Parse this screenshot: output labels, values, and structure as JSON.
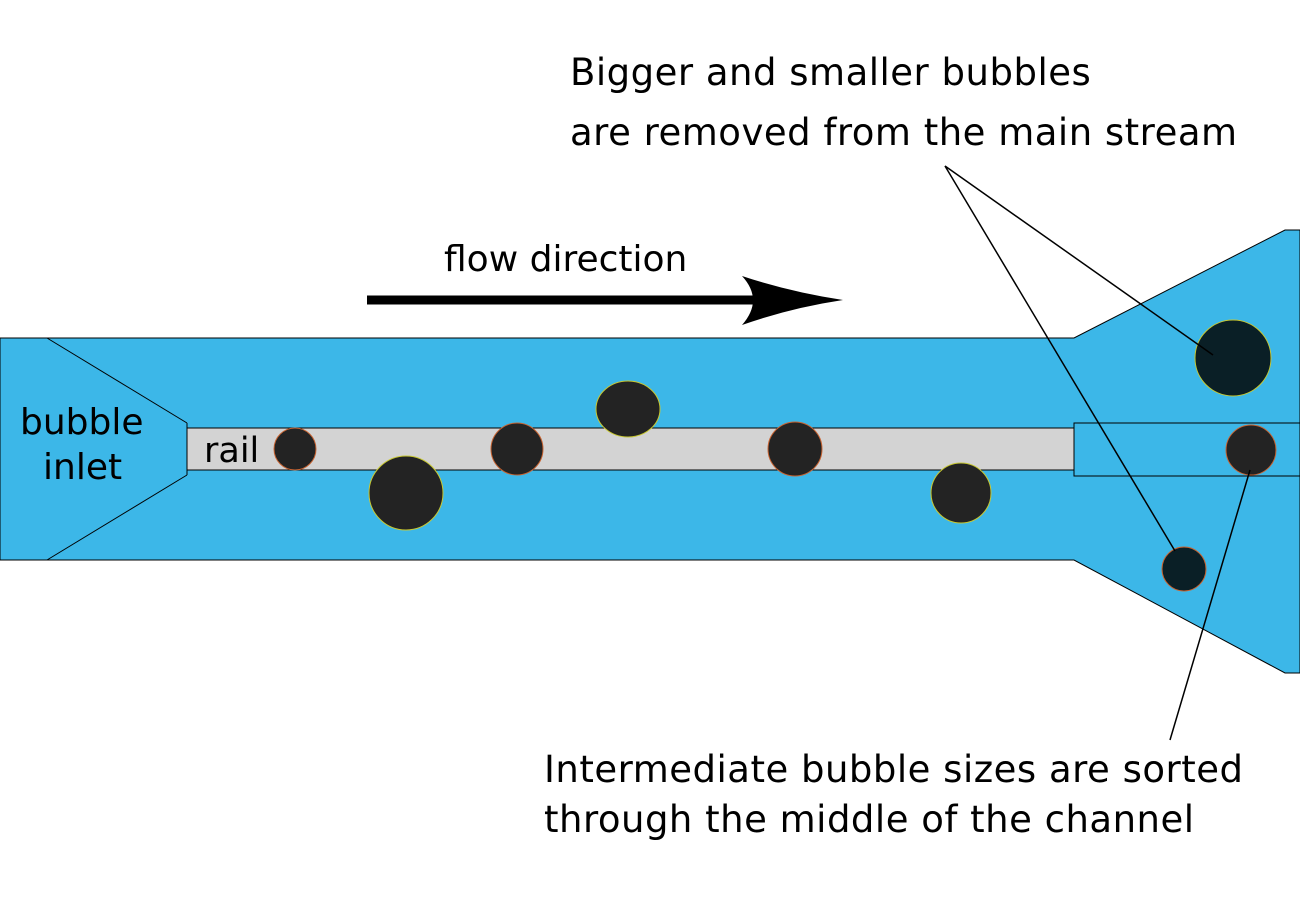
{
  "labels": {
    "inlet_line1": "bubble",
    "inlet_line2": "inlet",
    "rail": "rail",
    "flow": "flow direction",
    "top_note_line1": "Bigger and smaller bubbles",
    "top_note_line2": "are removed from the main stream",
    "bottom_note_line1": "Intermediate bubble sizes are sorted",
    "bottom_note_line2": "through the middle of the channel"
  },
  "colors": {
    "channel": "#3cb7e8",
    "rail": "#d3d3d3",
    "bubble": "#232323",
    "sorted_bubble": "#0a1f26",
    "outline": "#000000"
  }
}
